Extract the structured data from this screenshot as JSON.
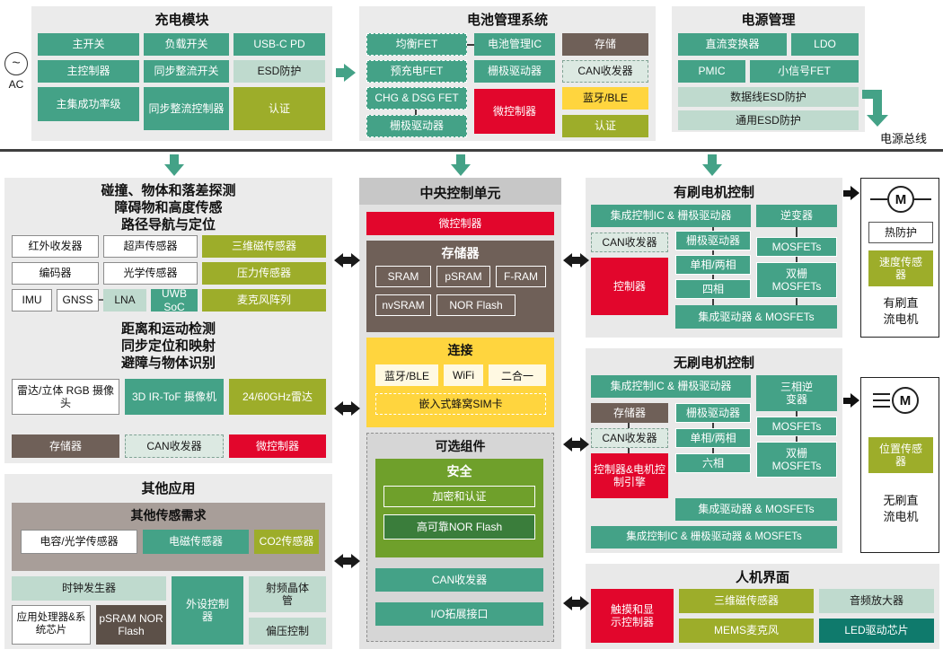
{
  "ac_label": "AC",
  "power_bus_label": "电源总线",
  "colors": {
    "teal": "#44A287",
    "light_teal": "#BFDACE",
    "olive": "#9DAD2A",
    "red": "#E2062C",
    "yellow": "#FFD53E",
    "taupe": "#6F6058",
    "dark_taupe": "#5C5048",
    "dark_green": "#3A7D3B",
    "dark_teal": "#0F7A6C",
    "security_green": "#6FA02B"
  },
  "charging": {
    "title": "充电模块",
    "main_switch": "主开关",
    "load_switch": "负载开关",
    "usbc_pd": "USB-C PD",
    "main_controller": "主控制器",
    "sync_rect_switch": "同步整流开关",
    "esd": "ESD防护",
    "main_power_stage": "主集成功率级",
    "sync_rect_controller": "同步整流控制器",
    "cert": "认证"
  },
  "battery": {
    "title": "电池管理系统",
    "balance_fet": "均衡FET",
    "bms_ic": "电池管理IC",
    "storage": "存储",
    "precharge_fet": "预充电FET",
    "gate_driver": "栅极驱动器",
    "can": "CAN收发器",
    "chg_dsg_fet": "CHG & DSG FET",
    "ble": "蓝牙/BLE",
    "mcu": "微控制器",
    "gate_driver2": "栅极驱动器",
    "cert": "认证"
  },
  "power": {
    "title": "电源管理",
    "dcdc": "直流变换器",
    "ldo": "LDO",
    "pmic": "PMIC",
    "small_fet": "小信号FET",
    "data_esd": "数据线ESD防护",
    "general_esd": "通用ESD防护"
  },
  "sensing": {
    "title1": [
      "碰撞、物体和落差探测",
      "障碍物和高度传感",
      "路径导航与定位"
    ],
    "ir": "红外收发器",
    "ultrasonic": "超声传感器",
    "magnetic3d": "三维磁传感器",
    "encoder": "编码器",
    "optical": "光学传感器",
    "pressure": "压力传感器",
    "imu": "IMU",
    "gnss": "GNSS",
    "lna": "LNA",
    "uwb": "UWB SoC",
    "mic_array": "麦克风阵列",
    "title2": [
      "距离和运动检测",
      "同步定位和映射",
      "避障与物体识别"
    ],
    "radar_rgb": "雷达/立体 RGB 摄像头",
    "tof": "3D IR-ToF 摄像机",
    "radar": "24/60GHz雷达",
    "memory": "存储器",
    "can": "CAN收发器",
    "mcu": "微控制器"
  },
  "central": {
    "title": "中央控制单元",
    "mcu": "微控制器",
    "memory_title": "存储器",
    "memory_items": [
      "SRAM",
      "pSRAM",
      "F-RAM",
      "nvSRAM",
      "NOR Flash"
    ],
    "conn_title": "连接",
    "conn_ble": "蓝牙/BLE",
    "conn_wifi": "WiFi",
    "conn_combo": "二合一",
    "conn_sim": "嵌入式蜂窝SIM卡",
    "optional_title": "可选组件",
    "security_title": "安全",
    "security_crypto": "加密和认证",
    "security_nor": "高可靠NOR Flash",
    "can": "CAN收发器",
    "io": "I/O拓展接口"
  },
  "brushed": {
    "title": "有刷电机控制",
    "ic_gate": "集成控制IC & 栅极驱动器",
    "inverter": "逆变器",
    "can": "CAN收发器",
    "controller": "控制器",
    "gate": "栅极驱动器",
    "mosfets": "MOSFETs",
    "phase12": "单相/两相",
    "dual_gate": "双栅MOSFETs",
    "phase4": "四相",
    "drv_mosfets": "集成驱动器 & MOSFETs",
    "motor_m": "M",
    "thermal": "热防护",
    "speed_sensor": "速度传感器",
    "motor_label": "有刷直流电机"
  },
  "brushless": {
    "title": "无刷电机控制",
    "ic_gate": "集成控制IC & 栅极驱动器",
    "inverter3": "三相逆变器",
    "memory": "存储器",
    "gate": "栅极驱动器",
    "mosfets": "MOSFETs",
    "can": "CAN收发器",
    "phase12": "单相/两相",
    "dual_gate": "双栅MOSFETs",
    "controller": "控制器&电机控制引擎",
    "phase6": "六相",
    "drv_mosfets": "集成驱动器 & MOSFETs",
    "ic_gate_mosfets": "集成控制IC & 栅极驱动器 & MOSFETs",
    "motor_m": "M",
    "position_sensor": "位置传感器",
    "motor_label": "无刷直流电机"
  },
  "other": {
    "title": "其他应用",
    "needs_title": "其他传感需求",
    "cap_optical": "电容/光学传感器",
    "em_sensor": "电磁传感器",
    "co2": "CO2传感器",
    "clock": "时钟发生器",
    "peripheral": "外设控制器",
    "rf": "射频晶体管",
    "ap_soc": "应用处理器&系统芯片",
    "psram_nor": "pSRAM NOR Flash",
    "bias": "偏压控制"
  },
  "hmi": {
    "title": "人机界面",
    "touch_display": "触摸和显示控制器",
    "magnetic3d": "三维磁传感器",
    "audio_amp": "音频放大器",
    "mems_mic": "MEMS麦克风",
    "led_driver": "LED驱动芯片"
  }
}
